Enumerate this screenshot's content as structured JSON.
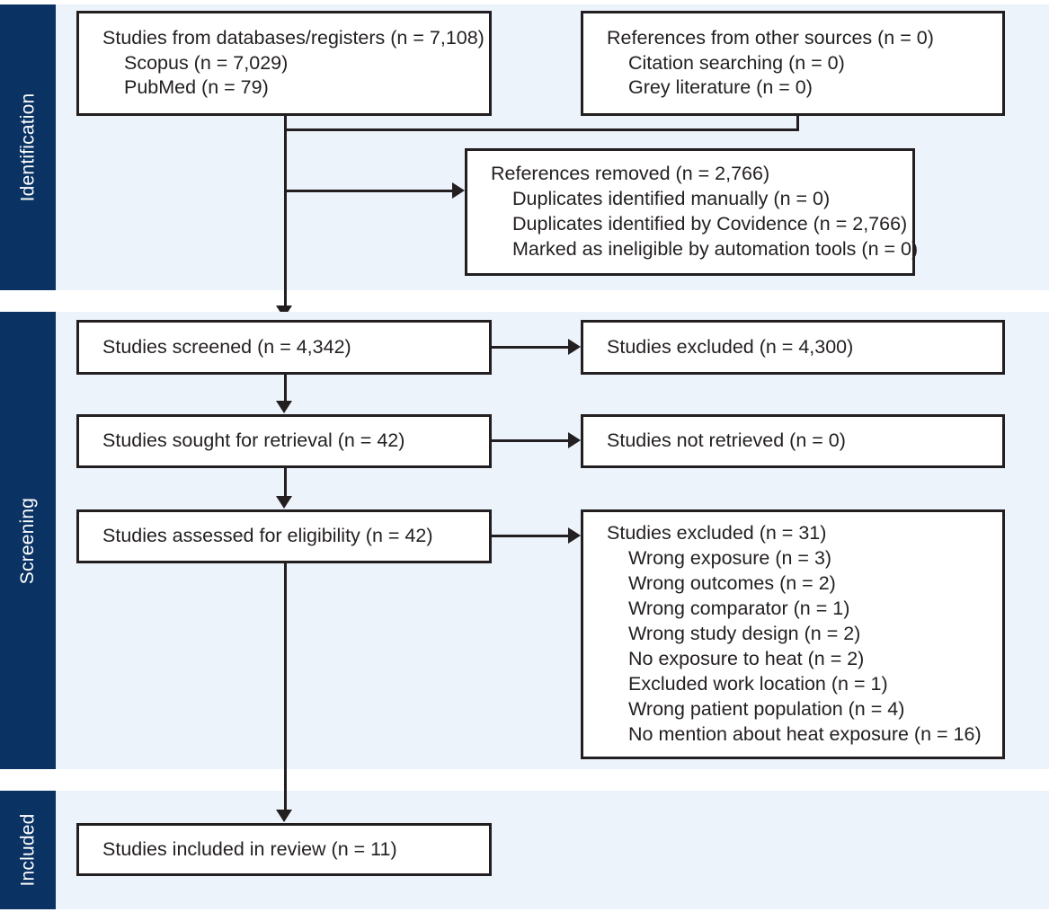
{
  "stages": {
    "identification": "Identification",
    "screening": "Screening",
    "included": "Included"
  },
  "colors": {
    "band_background": "#edf3fb",
    "stage_label_background": "#0a3263",
    "stage_label_text": "#ffffff",
    "box_border": "#231f20",
    "box_background": "#ffffff",
    "text": "#231f20",
    "page_background": "#ffffff"
  },
  "boxes": {
    "databases": {
      "title": "Studies from databases/registers (n = 7,108)",
      "items": [
        "Scopus (n = 7,029)",
        "PubMed (n = 79)"
      ]
    },
    "other_sources": {
      "title": "References from other sources (n = 0)",
      "items": [
        "Citation searching (n = 0)",
        "Grey literature (n = 0)"
      ]
    },
    "references_removed": {
      "title": "References removed (n = 2,766)",
      "items": [
        "Duplicates identified manually (n = 0)",
        "Duplicates identified by Covidence (n = 2,766)",
        "Marked as ineligible by automation tools (n = 0)"
      ]
    },
    "screened": {
      "title": "Studies screened (n = 4,342)"
    },
    "excluded_screened": {
      "title": "Studies excluded (n = 4,300)"
    },
    "sought_retrieval": {
      "title": "Studies sought for retrieval (n = 42)"
    },
    "not_retrieved": {
      "title": "Studies not retrieved (n = 0)"
    },
    "assessed_eligibility": {
      "title": "Studies assessed for eligibility (n = 42)"
    },
    "excluded_eligibility": {
      "title": "Studies excluded (n = 31)",
      "items": [
        "Wrong exposure (n = 3)",
        "Wrong outcomes (n = 2)",
        "Wrong comparator (n = 1)",
        "Wrong study design (n = 2)",
        "No exposure to heat (n = 2)",
        "Excluded work location (n = 1)",
        "Wrong patient population (n = 4)",
        "No mention about heat exposure (n = 16)"
      ]
    },
    "included_review": {
      "title": "Studies included in review (n = 11)"
    }
  },
  "chart_data": {
    "type": "diagram",
    "title": "PRISMA flow diagram",
    "nodes": [
      {
        "id": "databases",
        "stage": "Identification",
        "label": "Studies from databases/registers",
        "n": 7108,
        "children": [
          {
            "label": "Scopus",
            "n": 7029
          },
          {
            "label": "PubMed",
            "n": 79
          }
        ]
      },
      {
        "id": "other_sources",
        "stage": "Identification",
        "label": "References from other sources",
        "n": 0,
        "children": [
          {
            "label": "Citation searching",
            "n": 0
          },
          {
            "label": "Grey literature",
            "n": 0
          }
        ]
      },
      {
        "id": "references_removed",
        "stage": "Identification",
        "label": "References removed",
        "n": 2766,
        "children": [
          {
            "label": "Duplicates identified manually",
            "n": 0
          },
          {
            "label": "Duplicates identified by Covidence",
            "n": 2766
          },
          {
            "label": "Marked as ineligible by automation tools",
            "n": 0
          }
        ]
      },
      {
        "id": "screened",
        "stage": "Screening",
        "label": "Studies screened",
        "n": 4342
      },
      {
        "id": "excluded_screened",
        "stage": "Screening",
        "label": "Studies excluded",
        "n": 4300
      },
      {
        "id": "sought_retrieval",
        "stage": "Screening",
        "label": "Studies sought for retrieval",
        "n": 42
      },
      {
        "id": "not_retrieved",
        "stage": "Screening",
        "label": "Studies not retrieved",
        "n": 0
      },
      {
        "id": "assessed_eligibility",
        "stage": "Screening",
        "label": "Studies assessed for eligibility",
        "n": 42
      },
      {
        "id": "excluded_eligibility",
        "stage": "Screening",
        "label": "Studies excluded",
        "n": 31,
        "children": [
          {
            "label": "Wrong exposure",
            "n": 3
          },
          {
            "label": "Wrong outcomes",
            "n": 2
          },
          {
            "label": "Wrong comparator",
            "n": 1
          },
          {
            "label": "Wrong study design",
            "n": 2
          },
          {
            "label": "No exposure to heat",
            "n": 2
          },
          {
            "label": "Excluded work location",
            "n": 1
          },
          {
            "label": "Wrong patient population",
            "n": 4
          },
          {
            "label": "No mention about heat exposure",
            "n": 16
          }
        ]
      },
      {
        "id": "included_review",
        "stage": "Included",
        "label": "Studies included in review",
        "n": 11
      }
    ],
    "edges": [
      {
        "from": "databases",
        "to": "references_removed"
      },
      {
        "from": "other_sources",
        "to": "references_removed"
      },
      {
        "from": "databases",
        "to": "screened"
      },
      {
        "from": "screened",
        "to": "excluded_screened"
      },
      {
        "from": "screened",
        "to": "sought_retrieval"
      },
      {
        "from": "sought_retrieval",
        "to": "not_retrieved"
      },
      {
        "from": "sought_retrieval",
        "to": "assessed_eligibility"
      },
      {
        "from": "assessed_eligibility",
        "to": "excluded_eligibility"
      },
      {
        "from": "assessed_eligibility",
        "to": "included_review"
      }
    ]
  }
}
